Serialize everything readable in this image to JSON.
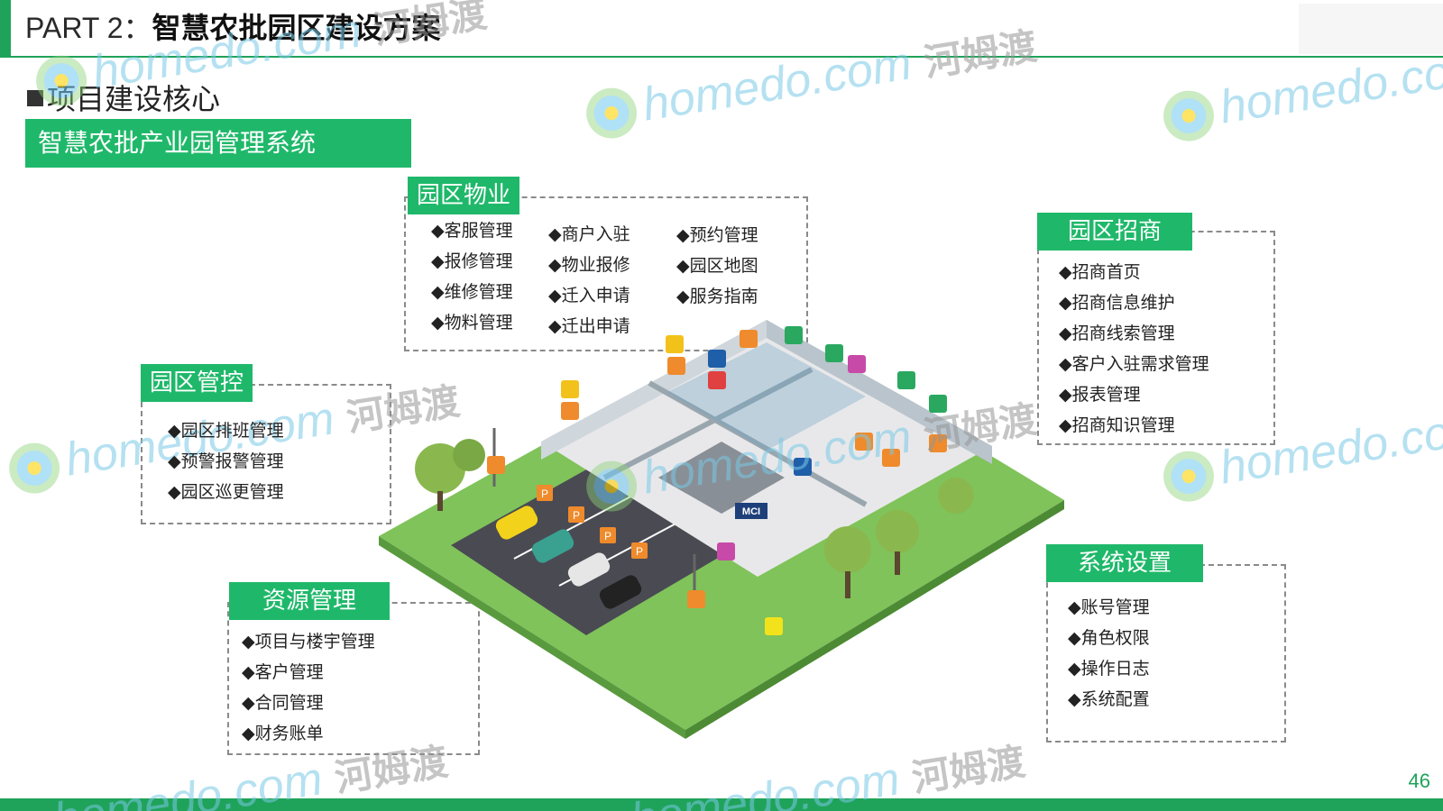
{
  "header": {
    "part": "PART 2：",
    "topic": "智慧农批园区建设方案"
  },
  "section_heading": "项目建设核心",
  "system_label": "智慧农批产业园管理系统",
  "modules": {
    "property": {
      "title": "园区物业",
      "col1": [
        "◆客服管理",
        "◆报修管理",
        "◆维修管理",
        "◆物料管理"
      ],
      "col2": [
        "◆商户入驻",
        "◆物业报修",
        "◆迁入申请",
        "◆迁出申请"
      ],
      "col3": [
        "◆预约管理",
        "◆园区地图",
        "◆服务指南"
      ]
    },
    "investment": {
      "title": "园区招商",
      "items": [
        "◆招商首页",
        "◆招商信息维护",
        "◆招商线索管理",
        "◆客户入驻需求管理",
        "◆报表管理",
        "◆招商知识管理"
      ]
    },
    "control": {
      "title": "园区管控",
      "items": [
        "◆园区排班管理",
        "◆预警报警管理",
        "◆园区巡更管理"
      ]
    },
    "resources": {
      "title": "资源管理",
      "items": [
        "◆项目与楼宇管理",
        "◆客户管理",
        "◆合同管理",
        "◆财务账单"
      ]
    },
    "settings": {
      "title": "系统设置",
      "items": [
        "◆账号管理",
        "◆角色权限",
        "◆操作日志",
        "◆系统配置"
      ]
    }
  },
  "illustration": {
    "parking_sign": "P",
    "building_sign": "MCI"
  },
  "watermark": {
    "latin": "homedo.com",
    "cn": "河姆渡"
  },
  "page_number": "46",
  "colors": {
    "brand_green": "#1fb86a",
    "header_green": "#1fa35a",
    "watermark_blue": "#78c8e6"
  }
}
